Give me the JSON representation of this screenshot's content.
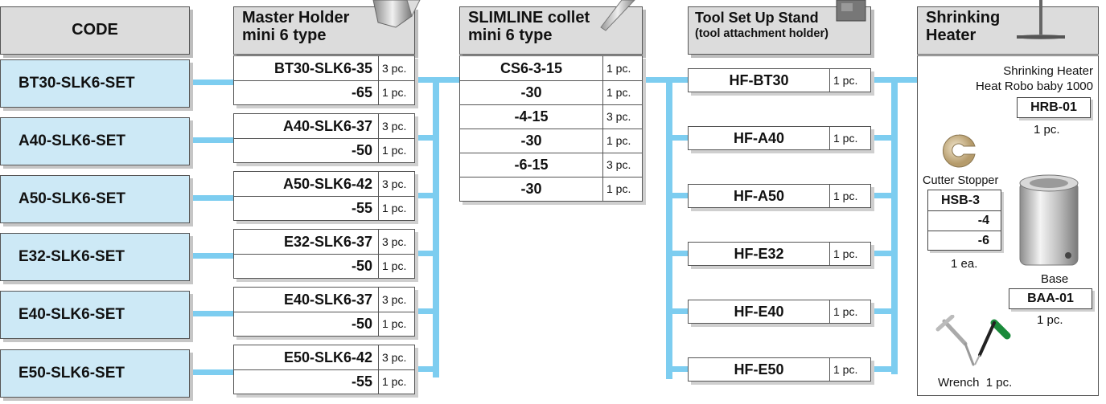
{
  "headers": {
    "code": "CODE",
    "holder": [
      "Master Holder",
      "mini 6 type"
    ],
    "collet": [
      "SLIMLINE collet",
      "mini 6 type"
    ],
    "stand": [
      "Tool Set Up Stand",
      "(tool attachment holder)"
    ],
    "heater": [
      "Shrinking",
      "Heater"
    ]
  },
  "codes": [
    "BT30-SLK6-SET",
    "A40-SLK6-SET",
    "A50-SLK6-SET",
    "E32-SLK6-SET",
    "E40-SLK6-SET",
    "E50-SLK6-SET"
  ],
  "holders": [
    {
      "a": "BT30-SLK6-35",
      "a_qty": "3 pc.",
      "b": "-65",
      "b_qty": "1 pc."
    },
    {
      "a": "A40-SLK6-37",
      "a_qty": "3 pc.",
      "b": "-50",
      "b_qty": "1 pc."
    },
    {
      "a": "A50-SLK6-42",
      "a_qty": "3 pc.",
      "b": "-55",
      "b_qty": "1 pc."
    },
    {
      "a": "E32-SLK6-37",
      "a_qty": "3 pc.",
      "b": "-50",
      "b_qty": "1 pc."
    },
    {
      "a": "E40-SLK6-37",
      "a_qty": "3 pc.",
      "b": "-50",
      "b_qty": "1 pc."
    },
    {
      "a": "E50-SLK6-42",
      "a_qty": "3 pc.",
      "b": "-55",
      "b_qty": "1 pc."
    }
  ],
  "collets": [
    {
      "code": "CS6-3-15",
      "qty": "1 pc."
    },
    {
      "code": "-30",
      "qty": "1 pc."
    },
    {
      "code": "-4-15",
      "qty": "3 pc."
    },
    {
      "code": "-30",
      "qty": "1 pc."
    },
    {
      "code": "-6-15",
      "qty": "3 pc."
    },
    {
      "code": "-30",
      "qty": "1 pc."
    }
  ],
  "stands": [
    {
      "code": "HF-BT30",
      "qty": "1 pc."
    },
    {
      "code": "HF-A40",
      "qty": "1 pc."
    },
    {
      "code": "HF-A50",
      "qty": "1 pc."
    },
    {
      "code": "HF-E32",
      "qty": "1 pc."
    },
    {
      "code": "HF-E40",
      "qty": "1 pc."
    },
    {
      "code": "HF-E50",
      "qty": "1 pc."
    }
  ],
  "heater_panel": {
    "title_line1": "Shrinking Heater",
    "title_line2": "Heat Robo baby 1000",
    "heater_code": "HRB-01",
    "heater_qty": "1 pc.",
    "stopper_label": "Cutter Stopper",
    "stopper_codes": [
      "HSB-3",
      "-4",
      "-6"
    ],
    "stopper_qty": "1 ea.",
    "base_label": "Base",
    "base_code": "BAA-01",
    "base_qty": "1 pc.",
    "wrench_label": "Wrench  1 pc."
  },
  "colors": {
    "connector": "#7dcdf0",
    "code_fill": "#cde9f6",
    "header_fill": "#dcdcdc"
  }
}
